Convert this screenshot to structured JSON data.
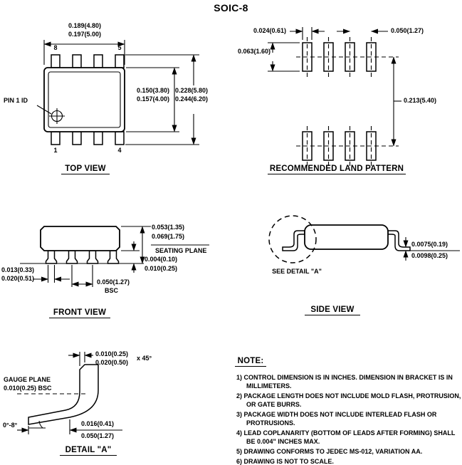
{
  "page_title": "SOIC-8",
  "colors": {
    "ink": "#000000",
    "paper": "#ffffff"
  },
  "top_view": {
    "caption": "TOP VIEW",
    "pin1_label": "PIN 1 ID",
    "pin_top_left": "8",
    "pin_top_right": "5",
    "pin_bottom_left": "1",
    "pin_bottom_right": "4",
    "body_width_min": "0.189(4.80)",
    "body_width_max": "0.197(5.00)",
    "body_depth_min": "0.150(3.80)",
    "body_depth_max": "0.157(4.00)",
    "overall_span_min": "0.228(5.80)",
    "overall_span_max": "0.244(6.20)"
  },
  "land_pattern": {
    "caption": "RECOMMENDED LAND PATTERN",
    "pad_width": "0.024(0.61)",
    "pad_pitch": "0.050(1.27)",
    "pad_height": "0.063(1.60)",
    "row_span": "0.213(5.40)"
  },
  "front_view": {
    "caption": "FRONT VIEW",
    "seating_plane_label": "SEATING PLANE",
    "height_min": "0.053(1.35)",
    "height_max": "0.069(1.75)",
    "standoff_min": "0.004(0.10)",
    "standoff_max": "0.010(0.25)",
    "lead_width_min": "0.013(0.33)",
    "lead_width_max": "0.020(0.51)",
    "lead_pitch": "0.050(1.27)",
    "lead_pitch_suffix": "BSC"
  },
  "side_view": {
    "caption": "SIDE VIEW",
    "see_detail_label": "SEE DETAIL \"A\"",
    "lead_thickness_min": "0.0075(0.19)",
    "lead_thickness_max": "0.0098(0.25)"
  },
  "detail_a": {
    "caption": "DETAIL \"A\"",
    "chamfer_min": "0.010(0.25)",
    "chamfer_max": "0.020(0.50)",
    "chamfer_suffix": "x 45°",
    "gauge_plane_label": "GAUGE PLANE",
    "gauge_plane_value": "0.010(0.25) BSC",
    "foot_angle": "0°-8°",
    "foot_length_min": "0.016(0.41)",
    "foot_length_max": "0.050(1.27)"
  },
  "notes": {
    "heading": "NOTE:",
    "items": [
      "1) CONTROL DIMENSION IS IN INCHES.  DIMENSION IN BRACKET IS IN MILLIMETERS.",
      "2) PACKAGE LENGTH DOES NOT INCLUDE MOLD FLASH, PROTRUSION, OR GATE BURRS.",
      "3) PACKAGE WIDTH DOES NOT INCLUDE INTERLEAD FLASH OR PROTRUSIONS.",
      "4) LEAD COPLANARITY (BOTTOM OF LEADS AFTER FORMING) SHALL BE 0.004\" INCHES MAX.",
      "5) DRAWING CONFORMS TO JEDEC MS-012, VARIATION AA.",
      "6) DRAWING IS NOT TO SCALE."
    ]
  }
}
